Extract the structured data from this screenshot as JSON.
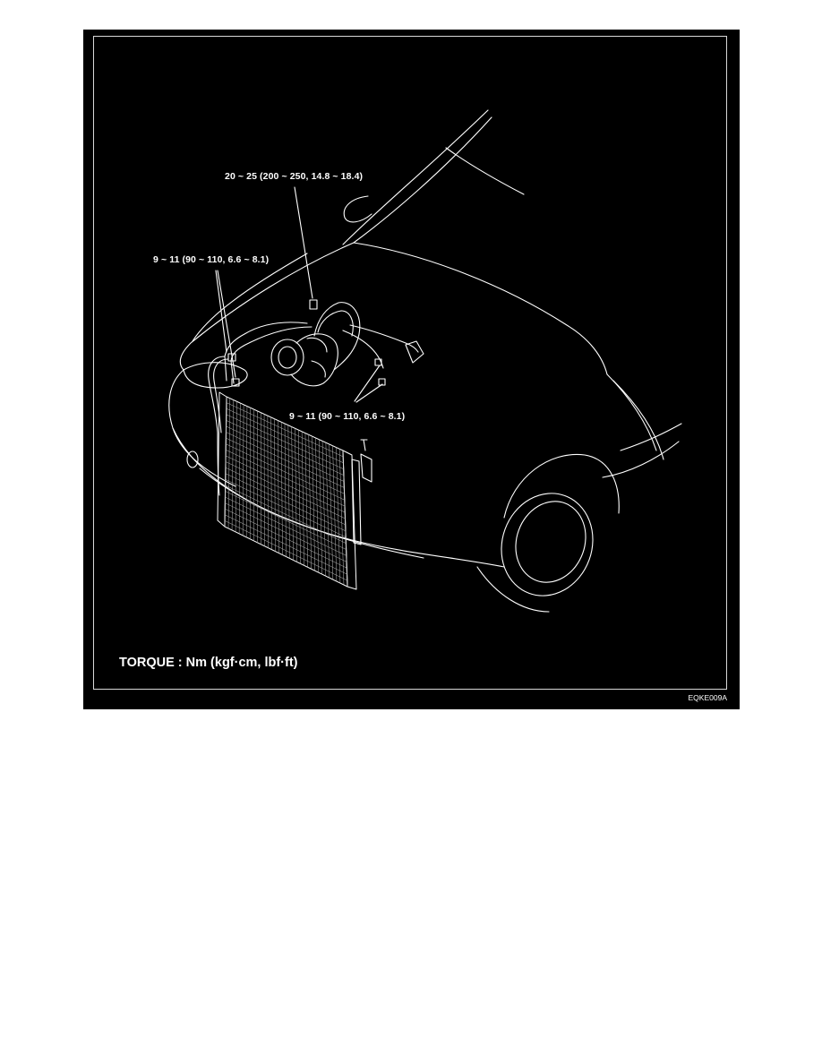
{
  "figure": {
    "callouts": {
      "top": "20 ~ 25 (200 ~ 250, 14.8 ~ 18.4)",
      "left": "9 ~ 11 (90 ~ 110, 6.6 ~ 8.1)",
      "right": "9 ~ 11 (90 ~ 110, 6.6 ~ 8.1)"
    },
    "torque_legend": "TORQUE : Nm (kgf·cm, lbf·ft)",
    "figure_code": "EQKE009A"
  },
  "colors": {
    "background": "#000000",
    "lines": "#ffffff",
    "page": "#ffffff"
  }
}
